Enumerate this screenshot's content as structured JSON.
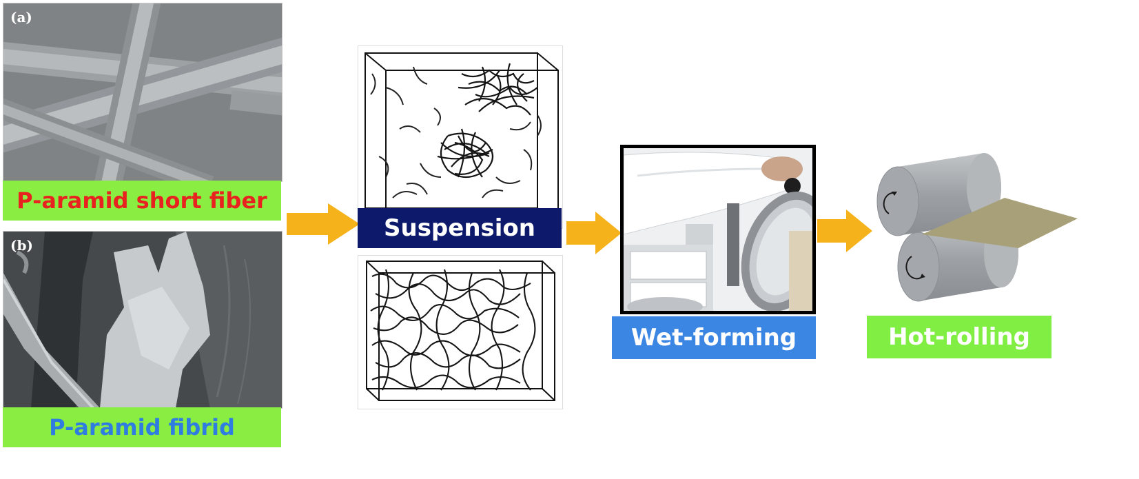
{
  "panels": {
    "a": {
      "tag": "(a)",
      "label": "P-aramid short fiber",
      "label_color": "#e8231f",
      "bar_color": "#8aee42"
    },
    "b": {
      "tag": "(b)",
      "label": "P-aramid fibrid",
      "label_color": "#2f7de0",
      "bar_color": "#8aee42"
    }
  },
  "stages": {
    "suspension": {
      "label": "Suspension",
      "bg": "#0d1a6b",
      "fg": "#ffffff"
    },
    "wet_forming": {
      "label": "Wet-forming",
      "bg": "#3b86e3",
      "fg": "#ffffff"
    },
    "hot_rolling": {
      "label": "Hot-rolling",
      "bg": "#80ee42",
      "fg": "#ffffff"
    }
  },
  "colors": {
    "arrow": "#f6b21a"
  }
}
